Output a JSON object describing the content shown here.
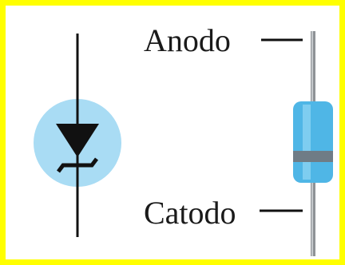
{
  "labels": {
    "anode": "Anodo",
    "cathode": "Catodo"
  },
  "icons": {
    "schematic": "zener-diode-symbol",
    "component": "diode-component"
  },
  "colors": {
    "border": "#ffff00",
    "symbol_background": "#a9dcf4",
    "symbol_stroke": "#111111",
    "component_body": "#4fb6e6",
    "component_band": "#6f7c86",
    "lead": "#8f9397"
  }
}
